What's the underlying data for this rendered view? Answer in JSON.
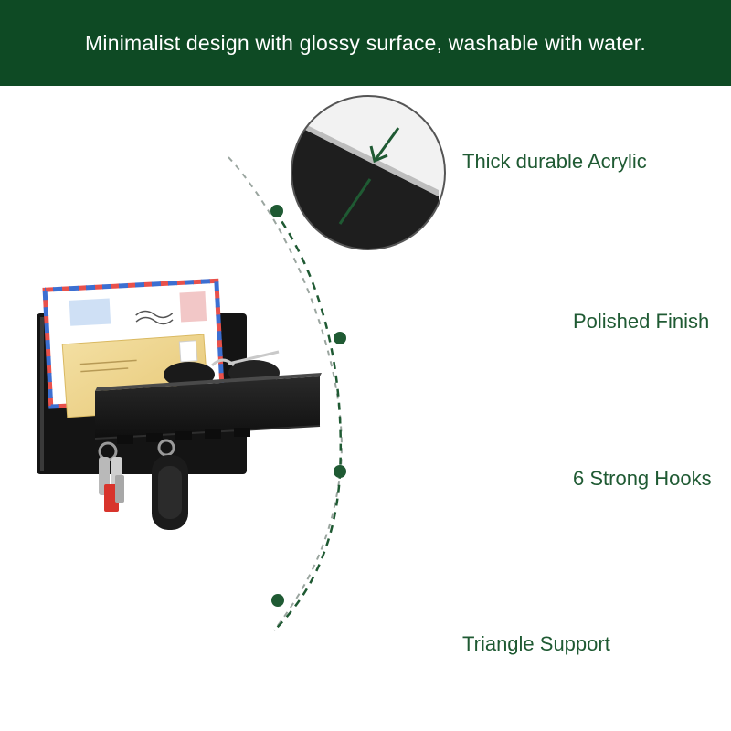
{
  "banner": {
    "text": "Minimalist design with glossy surface, washable with water."
  },
  "features": [
    {
      "label": "Thick durable Acrylic",
      "icon": "acrylic-edge-closeup"
    },
    {
      "label": "Polished Finish",
      "icon": "polished-corner-closeup"
    },
    {
      "label": "6 Strong Hooks",
      "icon": "hooks-closeup"
    },
    {
      "label": "Triangle Support",
      "icon": "triangle-support-closeup"
    }
  ],
  "colors": {
    "banner_bg": "#0e4a24",
    "banner_text": "#ffffff",
    "accent_green": "#1f5a33",
    "product_black": "#1b1b1b"
  }
}
